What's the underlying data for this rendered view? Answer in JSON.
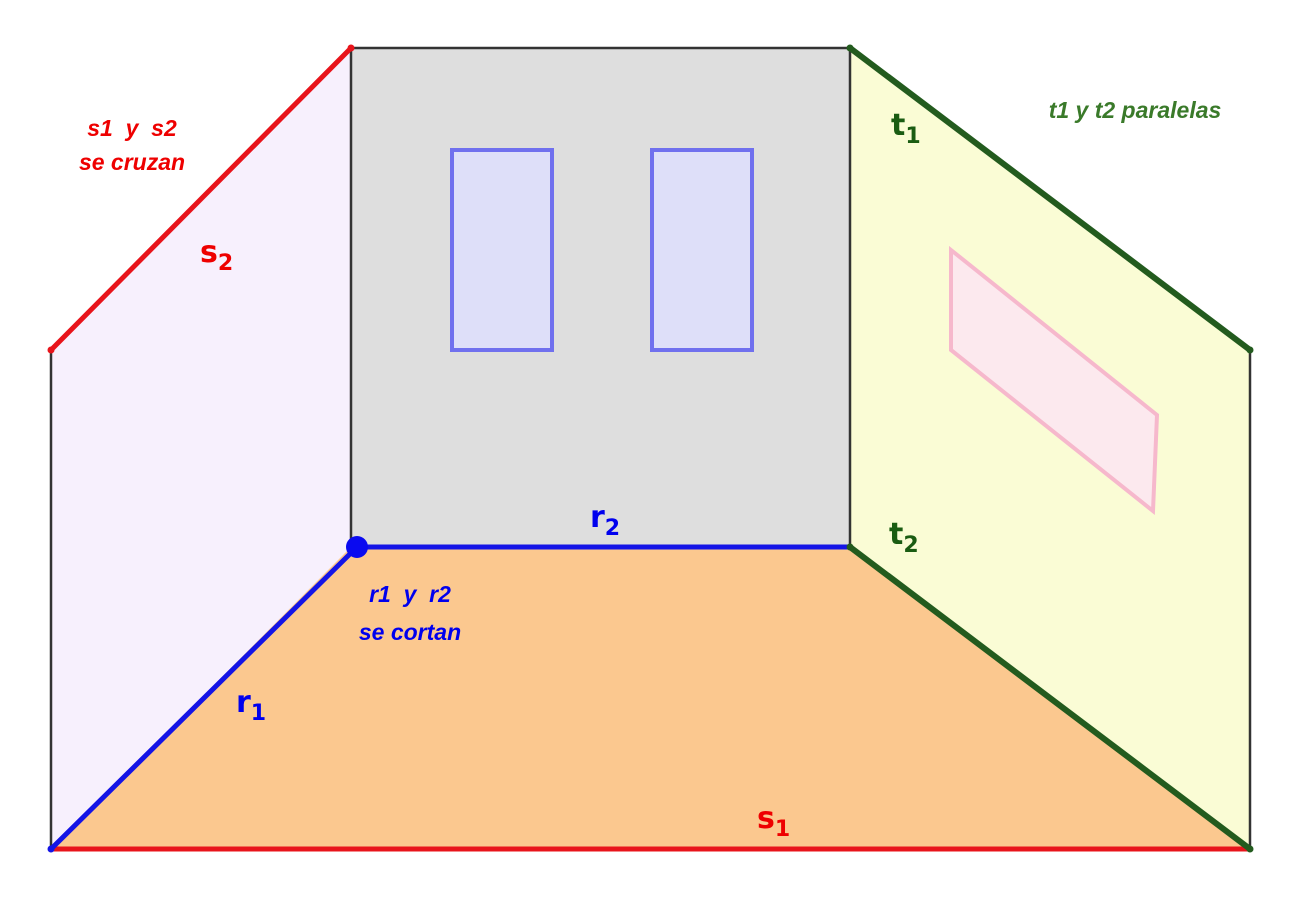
{
  "labels": {
    "s1": {
      "letter": "s",
      "index": "1"
    },
    "s2": {
      "letter": "s",
      "index": "2"
    },
    "r1": {
      "letter": "r",
      "index": "1"
    },
    "r2": {
      "letter": "r",
      "index": "2"
    },
    "t1": {
      "letter": "t",
      "index": "1"
    },
    "t2": {
      "letter": "t",
      "index": "2"
    }
  },
  "notes": {
    "s_line1": "s1  y  s2",
    "s_line2": "se cruzan",
    "r_line1": "r1  y  r2",
    "r_line2": "se cortan",
    "t_line1": "t1 y t2 paralelas"
  },
  "colors": {
    "s_lines": "#e8141b",
    "r_lines": "#1414e6",
    "t_lines": "#235b1e",
    "back_wall": "#dedede",
    "floor": "#fbc88f",
    "left_wall": "#f7f0fd",
    "right_wall": "#fafcd5",
    "windows": "#dedff9",
    "picture": "#fce9ee"
  }
}
